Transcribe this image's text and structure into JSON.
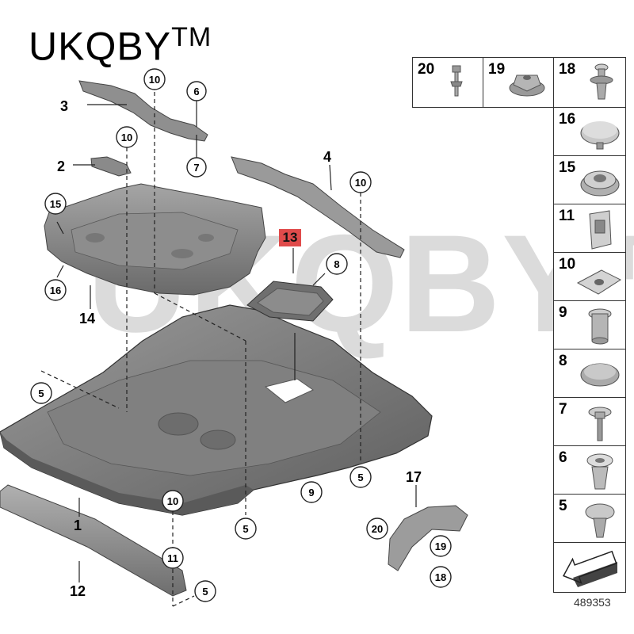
{
  "brand": {
    "name": "UKQBY",
    "mark": "TM"
  },
  "watermark": "UKQBY™",
  "diagram_id": "489353",
  "highlighted_part": "13",
  "callouts": {
    "c1": "1",
    "c2": "2",
    "c3": "3",
    "c4": "4",
    "c12": "12",
    "c14": "14",
    "c17": "17",
    "r10a": "10",
    "r10b": "10",
    "r10c": "10",
    "r10d": "10",
    "r6": "6",
    "r7": "7",
    "r15": "15",
    "r16": "16",
    "r8": "8",
    "r9": "9",
    "r5a": "5",
    "r5b": "5",
    "r5c": "5",
    "r5d": "5",
    "r11": "11",
    "r20": "20",
    "r19": "19",
    "r18": "18"
  },
  "parts_table": {
    "top_row": [
      "20",
      "19",
      "18"
    ],
    "column": [
      "16",
      "15",
      "11",
      "10",
      "9",
      "8",
      "7",
      "6",
      "5"
    ]
  },
  "icons": [
    "screw-icon",
    "nut-icon",
    "rivet-icon",
    "cap-icon",
    "grommet-icon",
    "clip-icon",
    "speed-nut-icon",
    "rivet-nut-icon",
    "plug-icon",
    "bolt-icon",
    "expanding-rivet-icon",
    "push-pin-icon",
    "arrow-icon"
  ],
  "colors": {
    "highlight": "#e04b4b",
    "part_fill": "#8a8a8a",
    "line": "#222222"
  }
}
